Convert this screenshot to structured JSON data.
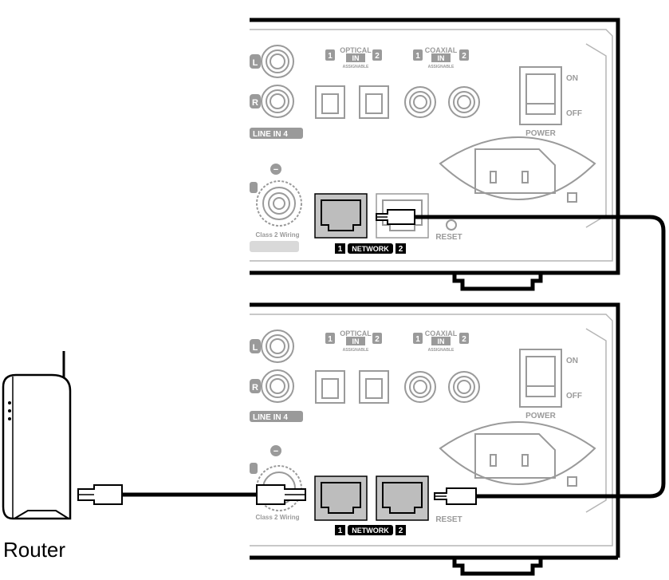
{
  "router": {
    "label": "Router"
  },
  "unit_top": {
    "optical": {
      "n1": "1",
      "label": "OPTICAL",
      "in": "IN",
      "n2": "2",
      "sub": "ASSIGNABLE"
    },
    "coaxial": {
      "n1": "1",
      "label": "COAXIAL",
      "in": "IN",
      "n2": "2",
      "sub": "ASSIGNABLE"
    },
    "line_l": "L",
    "line_r": "R",
    "line_in": {
      "prefix": "LINE",
      "in": "IN",
      "num": "4"
    },
    "speaker_minus": "−",
    "class2": "Class 2 Wiring",
    "network": {
      "n1": "1",
      "label": "NETWORK",
      "n2": "2"
    },
    "reset": "RESET",
    "power": {
      "on": "ON",
      "off": "OFF",
      "label": "POWER"
    }
  },
  "unit_bottom": {
    "optical": {
      "n1": "1",
      "label": "OPTICAL",
      "in": "IN",
      "n2": "2",
      "sub": "ASSIGNABLE"
    },
    "coaxial": {
      "n1": "1",
      "label": "COAXIAL",
      "in": "IN",
      "n2": "2",
      "sub": "ASSIGNABLE"
    },
    "line_l": "L",
    "line_r": "R",
    "line_in": {
      "prefix": "LINE",
      "in": "IN",
      "num": "4"
    },
    "speaker_minus": "−",
    "class2": "Class 2 Wiring",
    "network": {
      "n1": "1",
      "label": "NETWORK",
      "n2": "2"
    },
    "reset": "RESET",
    "power": {
      "on": "ON",
      "off": "OFF",
      "label": "POWER"
    }
  }
}
